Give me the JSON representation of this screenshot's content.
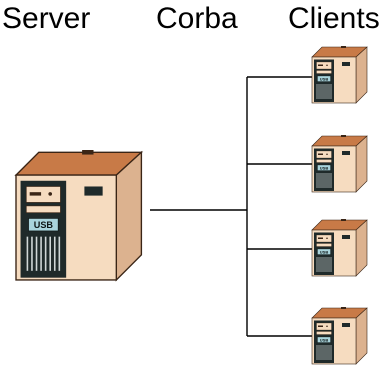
{
  "headings": {
    "server": "Server",
    "corba": "Corba",
    "clients": "Clients"
  },
  "server": {
    "icon": "server-tower-icon",
    "label": "USB"
  },
  "clients": [
    {
      "icon": "client-tower-icon",
      "label": "USB"
    },
    {
      "icon": "client-tower-icon",
      "label": "USB"
    },
    {
      "icon": "client-tower-icon",
      "label": "USB"
    },
    {
      "icon": "client-tower-icon",
      "label": "USB"
    }
  ],
  "colors": {
    "line": "#000000",
    "case_front": "#f6dcc0",
    "case_side": "#dcb28f",
    "case_top": "#c87a47",
    "bezel": "#1f2a2a",
    "panel": "#a9d4dc"
  }
}
